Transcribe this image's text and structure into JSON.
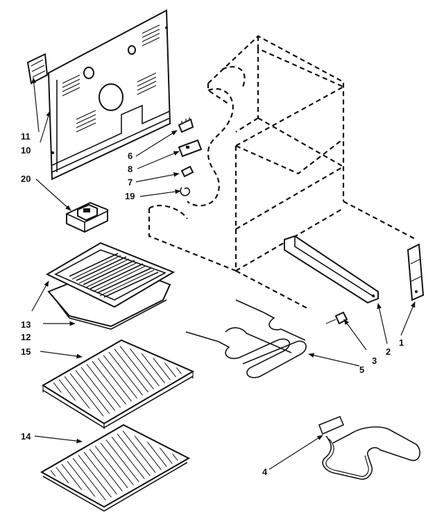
{
  "callouts": {
    "c1": "1",
    "c2": "2",
    "c3": "3",
    "c4": "4",
    "c5": "5",
    "c6": "6",
    "c7": "7",
    "c8": "8",
    "c10": "10",
    "c11": "11",
    "c12": "12",
    "c13": "13",
    "c14": "14",
    "c15": "15",
    "c19": "19",
    "c20": "20"
  }
}
